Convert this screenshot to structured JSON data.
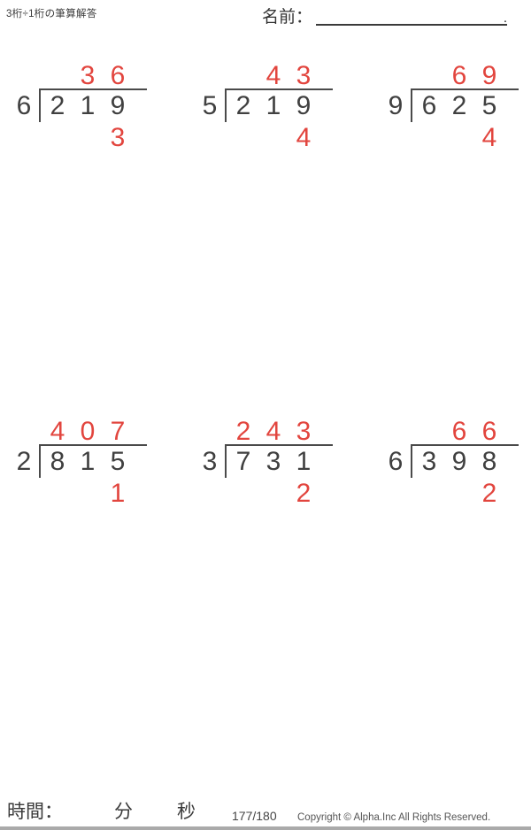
{
  "page": {
    "title": "3桁÷1桁の筆算解答"
  },
  "header": {
    "name_label": "名前：",
    "name_line_suffix": "."
  },
  "problems": [
    {
      "divisor": "6",
      "dividend": [
        "2",
        "1",
        "9"
      ],
      "quotient": [
        "",
        "3",
        "6"
      ],
      "remainder": [
        "",
        "",
        "3"
      ]
    },
    {
      "divisor": "5",
      "dividend": [
        "2",
        "1",
        "9"
      ],
      "quotient": [
        "",
        "4",
        "3"
      ],
      "remainder": [
        "",
        "",
        "4"
      ]
    },
    {
      "divisor": "9",
      "dividend": [
        "6",
        "2",
        "5"
      ],
      "quotient": [
        "",
        "6",
        "9"
      ],
      "remainder": [
        "",
        "",
        "4"
      ]
    },
    {
      "divisor": "2",
      "dividend": [
        "8",
        "1",
        "5"
      ],
      "quotient": [
        "4",
        "0",
        "7"
      ],
      "remainder": [
        "",
        "",
        "1"
      ]
    },
    {
      "divisor": "3",
      "dividend": [
        "7",
        "3",
        "1"
      ],
      "quotient": [
        "2",
        "4",
        "3"
      ],
      "remainder": [
        "",
        "",
        "2"
      ]
    },
    {
      "divisor": "6",
      "dividend": [
        "3",
        "9",
        "8"
      ],
      "quotient": [
        "",
        "6",
        "6"
      ],
      "remainder": [
        "",
        "",
        "2"
      ]
    }
  ],
  "footer": {
    "time_label": "時間：",
    "minutes_label": "分",
    "seconds_label": "秒",
    "page_number": "177/180",
    "copyright": "Copyright © Alpha.Inc All Rights Reserved."
  },
  "colors": {
    "answer_red": "#e2453e",
    "ink": "#404040",
    "line": "#4a4a4a"
  }
}
